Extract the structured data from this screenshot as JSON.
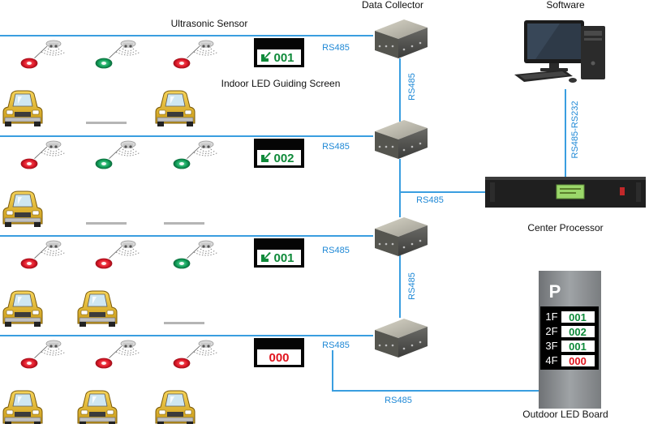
{
  "labels": {
    "ultrasonic_sensor": "Ultrasonic Sensor",
    "data_collector": "Data Collector",
    "software": "Software",
    "indoor_led": "Indoor LED Guiding Screen",
    "center_processor": "Center Processor",
    "outdoor_led": "Outdoor LED Board"
  },
  "links": {
    "row_rs485": "RS485",
    "collector_link": "RS485",
    "software_link": "RS485-RS232",
    "processor_link": "RS485",
    "board_link": "RS485"
  },
  "floors": [
    {
      "screen_value": "001",
      "screen_arrow": true,
      "screen_color": "#0f8a3a",
      "spots": [
        {
          "light": "red",
          "car": true
        },
        {
          "light": "green",
          "car": false
        },
        {
          "light": "red",
          "car": true
        }
      ]
    },
    {
      "screen_value": "002",
      "screen_arrow": true,
      "screen_color": "#0f8a3a",
      "spots": [
        {
          "light": "red",
          "car": true
        },
        {
          "light": "green",
          "car": false
        },
        {
          "light": "green",
          "car": false
        }
      ]
    },
    {
      "screen_value": "001",
      "screen_arrow": true,
      "screen_color": "#0f8a3a",
      "spots": [
        {
          "light": "red",
          "car": true
        },
        {
          "light": "red",
          "car": true
        },
        {
          "light": "green",
          "car": false
        }
      ]
    },
    {
      "screen_value": "000",
      "screen_arrow": false,
      "screen_color": "#e0141e",
      "spots": [
        {
          "light": "red",
          "car": true
        },
        {
          "light": "red",
          "car": true
        },
        {
          "light": "red",
          "car": true
        }
      ]
    }
  ],
  "outdoor_board": {
    "sign": "P",
    "rows": [
      {
        "floor": "1F",
        "value": "001",
        "color": "#0f8a3a"
      },
      {
        "floor": "2F",
        "value": "002",
        "color": "#0f8a3a"
      },
      {
        "floor": "3F",
        "value": "001",
        "color": "#0f8a3a"
      },
      {
        "floor": "4F",
        "value": "000",
        "color": "#e0141e"
      }
    ]
  },
  "colors": {
    "bus_line": "#3a9ee0",
    "label_blue": "#1e88d6",
    "light_red": "#e0192a",
    "light_green": "#12a05a",
    "car_body": "#e8bd2c"
  }
}
